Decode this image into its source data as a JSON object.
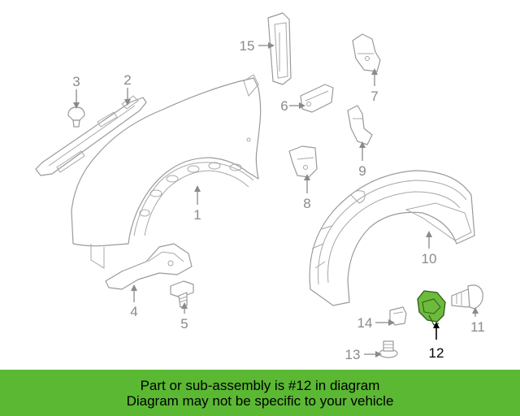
{
  "diagram": {
    "highlight_color": "#6dbb3c",
    "callouts": [
      {
        "id": "1",
        "label": "1"
      },
      {
        "id": "2",
        "label": "2"
      },
      {
        "id": "3",
        "label": "3"
      },
      {
        "id": "4",
        "label": "4"
      },
      {
        "id": "5",
        "label": "5"
      },
      {
        "id": "6",
        "label": "6"
      },
      {
        "id": "7",
        "label": "7"
      },
      {
        "id": "8",
        "label": "8"
      },
      {
        "id": "9",
        "label": "9"
      },
      {
        "id": "10",
        "label": "10"
      },
      {
        "id": "11",
        "label": "11"
      },
      {
        "id": "12",
        "label": "12",
        "highlighted": true
      },
      {
        "id": "13",
        "label": "13"
      },
      {
        "id": "14",
        "label": "14"
      },
      {
        "id": "15",
        "label": "15"
      }
    ]
  },
  "banner": {
    "line1": "Part or sub-assembly is #12 in diagram",
    "line2": "Diagram may not be specific to your vehicle",
    "color": "#5bb833"
  }
}
